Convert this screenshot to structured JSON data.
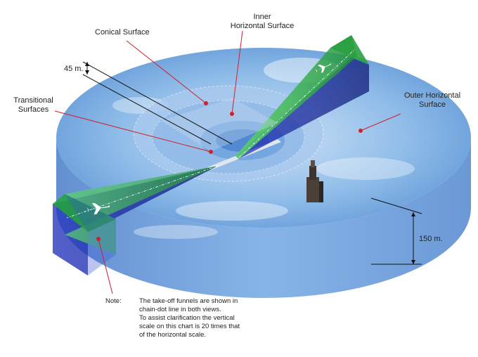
{
  "labels": {
    "conical": "Conical Surface",
    "inner_line1": "Inner",
    "inner_line2": "Horizontal Surface",
    "outer_line1": "Outer Horizontal",
    "outer_line2": "Surface",
    "transitional_line1": "Transitional",
    "transitional_line2": "Surfaces",
    "dim_45": "45 m.",
    "dim_150": "150 m."
  },
  "note": {
    "title": "Note:",
    "lines": [
      "The take-off funnels are shown in",
      "chain-dot line in both views.",
      "To assist clarification the vertical",
      "scale on this chart is 20 times that",
      "of the horizontal scale."
    ]
  },
  "colors": {
    "disc_top": "#7fb2e6",
    "disc_side": "#3f7fcc",
    "funnel_green": "#3fc24a",
    "funnel_blue": "#1f2fa8",
    "leader_red": "#d0202a",
    "building": "#4a4038"
  }
}
